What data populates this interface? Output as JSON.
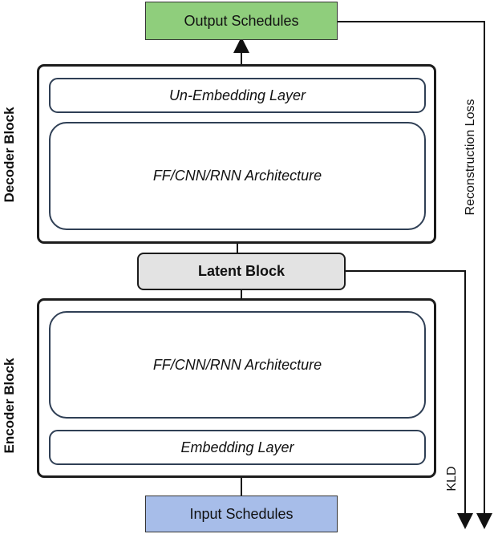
{
  "output_label": "Output Schedules",
  "input_label": "Input Schedules",
  "decoder": {
    "label": "Decoder Block",
    "unembedding_label": "Un-Embedding Layer",
    "architecture_label": "FF/CNN/RNN Architecture"
  },
  "latent_label": "Latent Block",
  "encoder": {
    "label": "Encoder Block",
    "architecture_label": "FF/CNN/RNN Architecture",
    "embedding_label": "Embedding Layer"
  },
  "loss_labels": {
    "reconstruction": "Reconstruction Loss",
    "kld": "KLD"
  },
  "colors": {
    "output_fill": "#8fce7c",
    "input_fill": "#a7bde9",
    "latent_fill": "#e3e3e3",
    "inner_border": "#2f3f55"
  }
}
